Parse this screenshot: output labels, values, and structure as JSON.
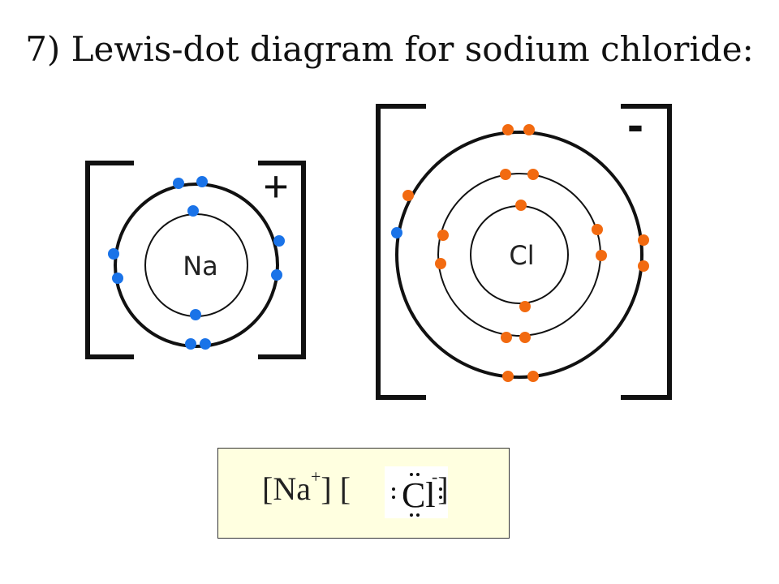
{
  "title": "7) Lewis-dot diagram for sodium chloride:",
  "colors": {
    "sodium_electron": "#1a73e8",
    "chlorine_electron": "#f26a10",
    "transferred_electron": "#1a73e8",
    "shell": "#111111",
    "box_fill": "#ffffe0"
  },
  "sodium": {
    "symbol": "Na",
    "charge": "+",
    "shell_electrons": [
      2,
      8
    ]
  },
  "chlorine": {
    "symbol": "Cl",
    "charge": "-",
    "shell_electrons": [
      2,
      8,
      8
    ]
  },
  "formula": {
    "bracket_open_1": "[",
    "sodium_symbol": "Na",
    "sodium_charge": "+",
    "bracket_close_1": "]",
    "bracket_open_2": "[",
    "chlorine_symbol": "Cl",
    "chlorine_charge": "-",
    "bracket_close_2": "]",
    "dot_count": 8
  }
}
